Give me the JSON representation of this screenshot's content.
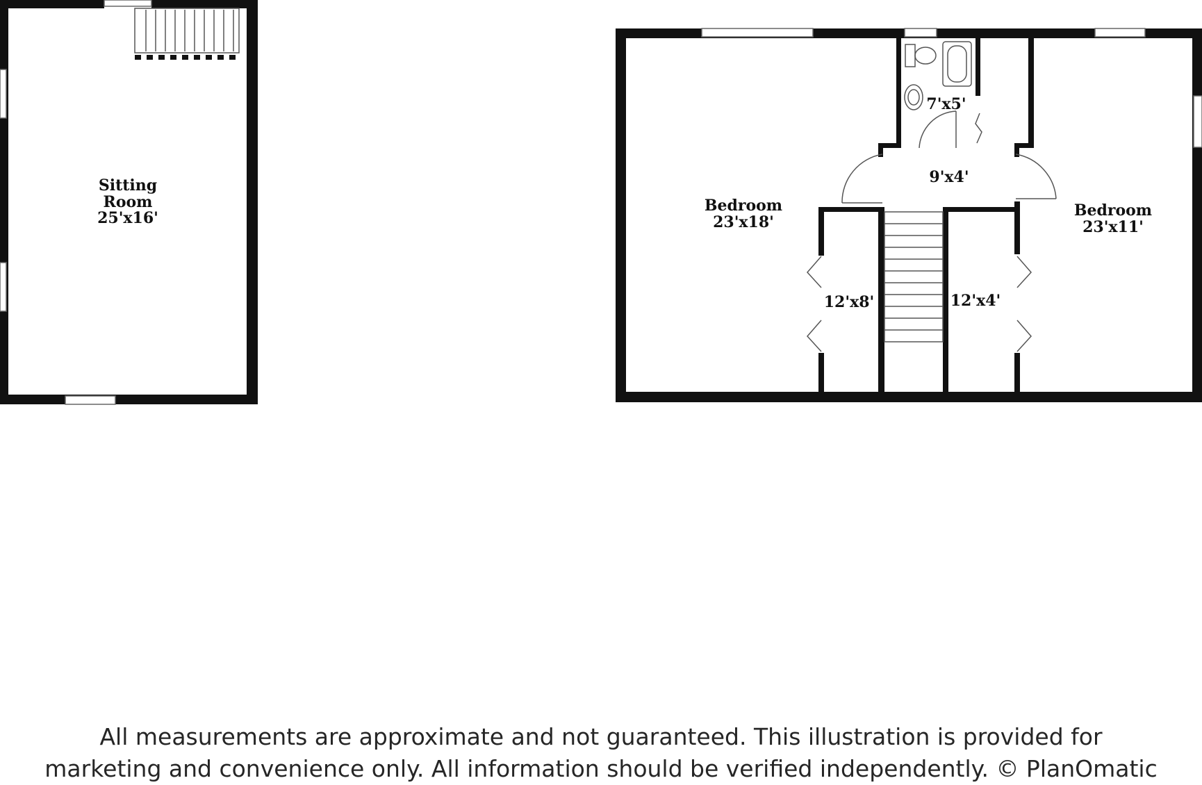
{
  "floor_plan": {
    "rooms": [
      {
        "id": "sitting-room",
        "name_line1": "Sitting",
        "name_line2": "Room",
        "dimensions": "25'x16'"
      },
      {
        "id": "bedroom-left",
        "name_line1": "Bedroom",
        "name_line2": "",
        "dimensions": "23'x18'"
      },
      {
        "id": "bathroom",
        "name_line1": "",
        "name_line2": "",
        "dimensions": "7'x5'"
      },
      {
        "id": "hallway",
        "name_line1": "",
        "name_line2": "",
        "dimensions": "9'x4'"
      },
      {
        "id": "closet-left",
        "name_line1": "",
        "name_line2": "",
        "dimensions": "12'x8'"
      },
      {
        "id": "closet-right",
        "name_line1": "",
        "name_line2": "",
        "dimensions": "12'x4'"
      },
      {
        "id": "bedroom-right",
        "name_line1": "Bedroom",
        "name_line2": "",
        "dimensions": "23'x11'"
      }
    ],
    "colors": {
      "wall": "#111111",
      "fixture": "#555555",
      "background": "#ffffff"
    }
  },
  "disclaimer": {
    "line1": "All measurements are approximate and not guaranteed. This illustration is provided for",
    "line2": "marketing and convenience only. All information should be verified independently. © PlanOmatic"
  }
}
